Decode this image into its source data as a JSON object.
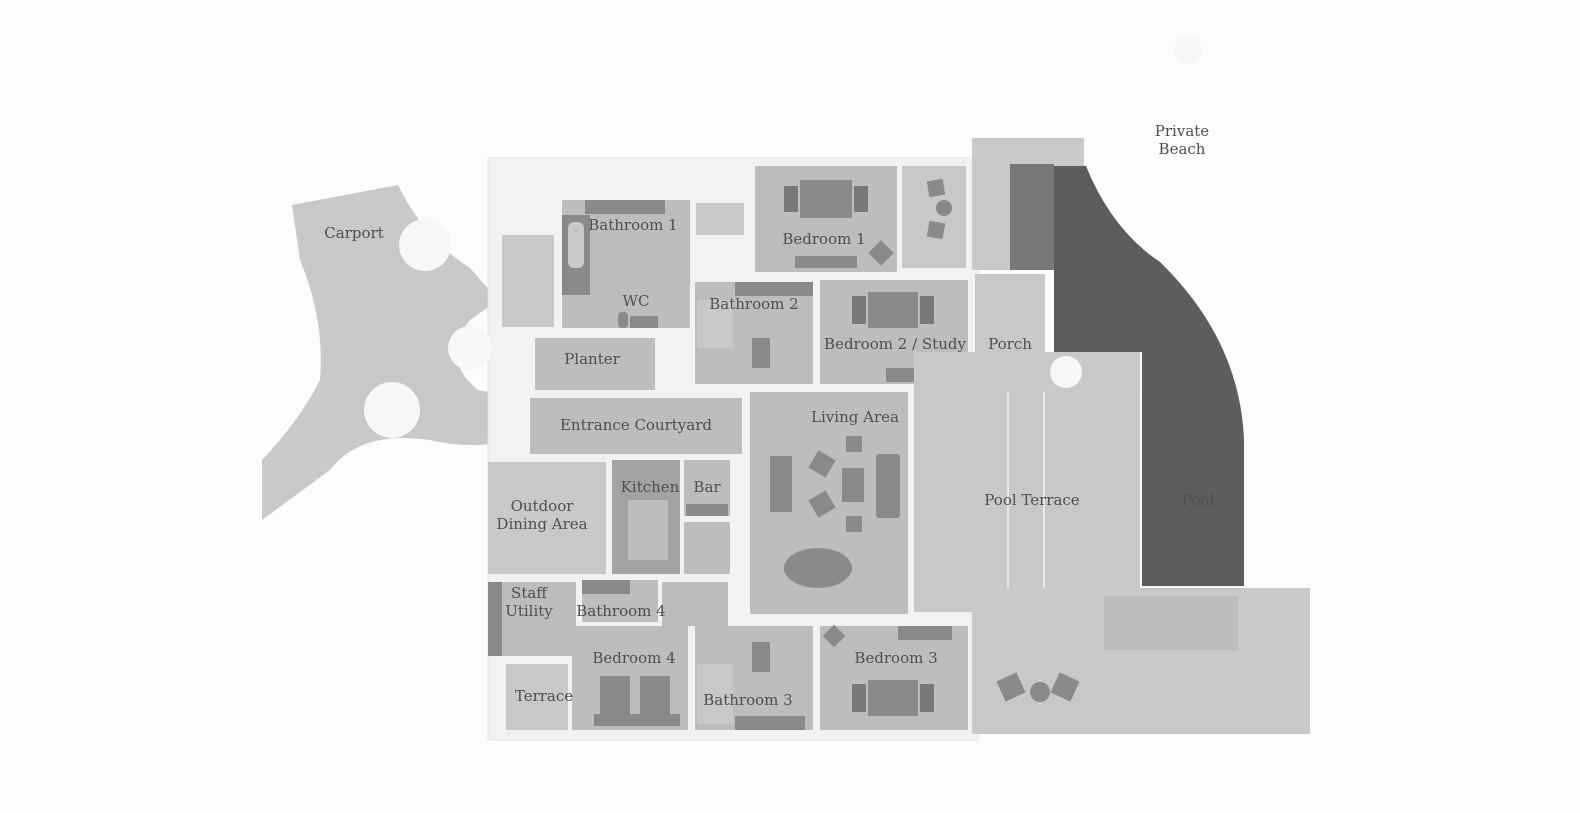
{
  "floor_plan": {
    "rooms": [
      {
        "key": "carport",
        "label": "Carport"
      },
      {
        "key": "bathroom1",
        "label": "Bathroom 1"
      },
      {
        "key": "wc",
        "label": "WC"
      },
      {
        "key": "bedroom1",
        "label": "Bedroom 1"
      },
      {
        "key": "bathroom2",
        "label": "Bathroom 2"
      },
      {
        "key": "bedroom2",
        "label": "Bedroom 2 / Study"
      },
      {
        "key": "porch",
        "label": "Porch"
      },
      {
        "key": "planter",
        "label": "Planter"
      },
      {
        "key": "entrance",
        "label": "Entrance Courtyard"
      },
      {
        "key": "living",
        "label": "Living Area"
      },
      {
        "key": "kitchen",
        "label": "Kitchen"
      },
      {
        "key": "bar",
        "label": "Bar"
      },
      {
        "key": "outdoor_dining",
        "label": "Outdoor\nDining Area"
      },
      {
        "key": "staff_utility",
        "label": "Staff\nUtility"
      },
      {
        "key": "bathroom4",
        "label": "Bathroom 4"
      },
      {
        "key": "bedroom4",
        "label": "Bedroom 4"
      },
      {
        "key": "terrace",
        "label": "Terrace"
      },
      {
        "key": "bathroom3",
        "label": "Bathroom 3"
      },
      {
        "key": "bedroom3",
        "label": "Bedroom 3"
      },
      {
        "key": "pool_terrace",
        "label": "Pool Terrace"
      },
      {
        "key": "pool",
        "label": "Pool"
      },
      {
        "key": "private_beach",
        "label": "Private\nBeach"
      }
    ]
  }
}
